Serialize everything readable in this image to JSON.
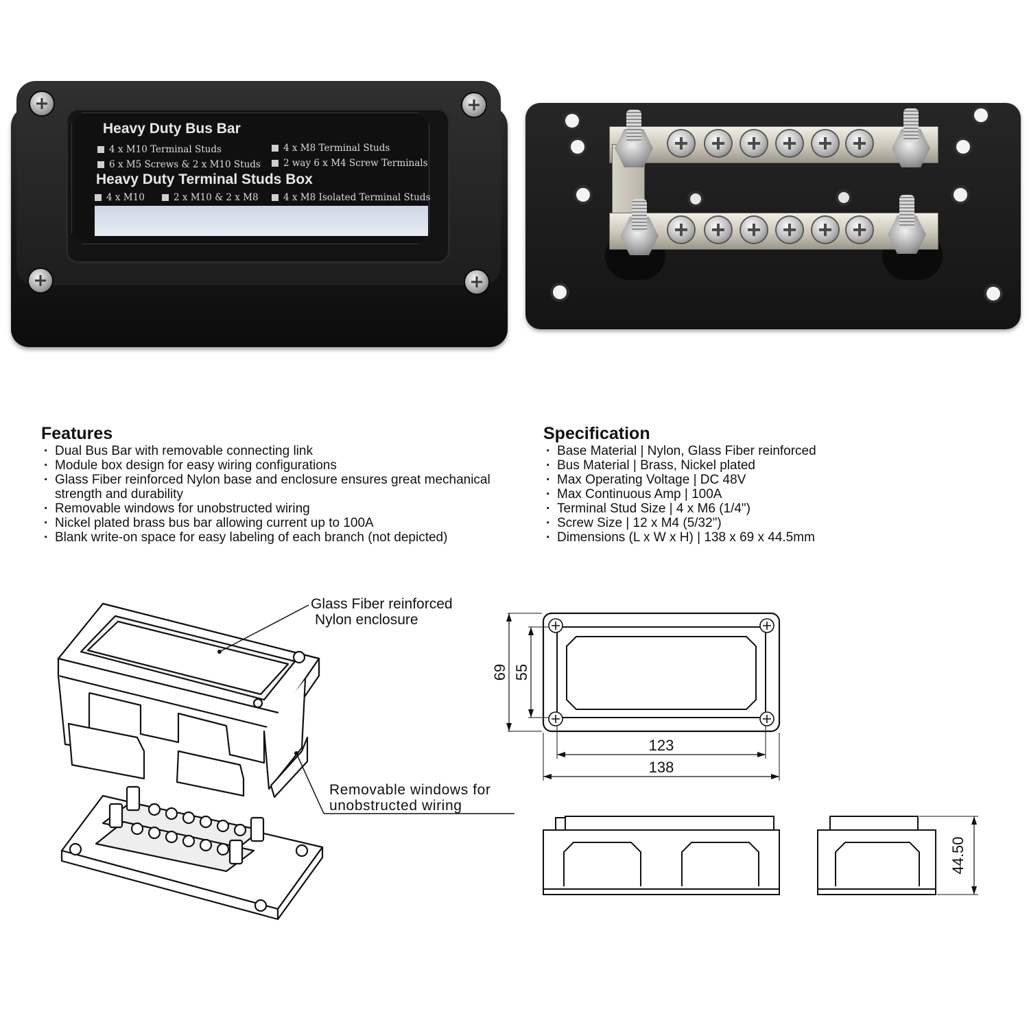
{
  "closed_box_label": {
    "heading1": "Heavy Duty Bus Bar",
    "options1": [
      "4 x M10 Terminal Studs",
      "4 x M8 Terminal Studs",
      "6 x M5 Screws & 2 x M10 Studs",
      "2 way 6 x M4 Screw Terminals"
    ],
    "heading2": "Heavy Duty Terminal Studs Box",
    "options2": [
      "4 x M10",
      "2 x M10 & 2 x M8",
      "4 x M8 Isolated Terminal Studs"
    ]
  },
  "features": {
    "title": "Features",
    "items": [
      "Dual Bus Bar with removable connecting link",
      "Module box design for easy wiring configurations",
      "Glass Fiber reinforced Nylon base and enclosure ensures great mechanical",
      "strength and durability",
      "Removable windows for unobstructed wiring",
      "Nickel plated brass bus bar allowing current up to 100A",
      "Blank write-on space for easy labeling of each branch (not depicted)"
    ]
  },
  "specification": {
    "title": "Specification",
    "items": [
      "Base Material | Nylon, Glass Fiber reinforced",
      "Bus Material | Brass, Nickel plated",
      "Max Operating Voltage | DC 48V",
      "Max Continuous Amp | 100A",
      "Terminal Stud Size | 4 x M6 (1/4\")",
      "Screw Size | 12 x M4 (5/32\")",
      "Dimensions (L x W x H) | 138 x 69 x 44.5mm"
    ]
  },
  "exploded_view": {
    "callout_enclosure_line1": "Glass Fiber reinforced",
    "callout_enclosure_line2": "Nylon enclosure",
    "callout_windows_line1": "Removable windows for",
    "callout_windows_line2": "unobstructed wiring"
  },
  "dimensions": {
    "width_outer": "69",
    "width_inner": "55",
    "length_inner": "123",
    "length_outer": "138",
    "height": "44.50"
  }
}
